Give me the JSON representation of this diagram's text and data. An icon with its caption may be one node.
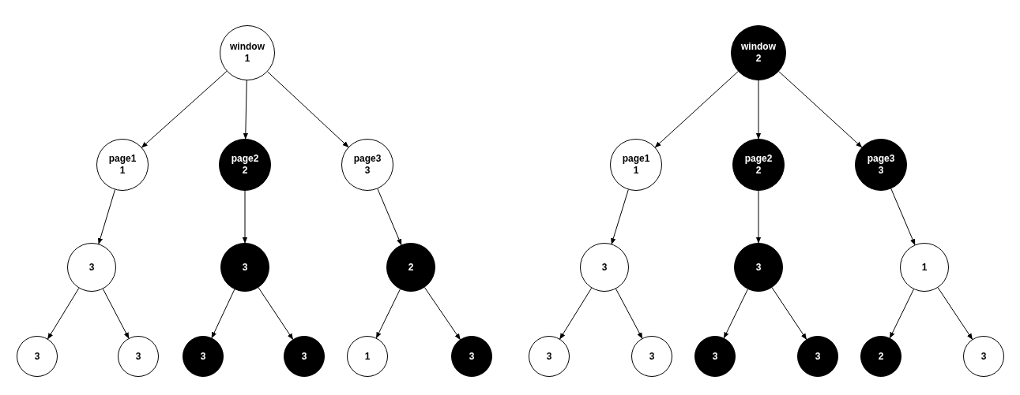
{
  "diagram": {
    "nodes": [
      {
        "text": [
          "window",
          "1"
        ]
      },
      {
        "text": [
          "page1",
          "1"
        ]
      },
      {
        "text": [
          "page2",
          "2"
        ]
      },
      {
        "text": [
          "page3",
          "3"
        ]
      },
      {
        "text": [
          "3"
        ]
      },
      {
        "text": [
          "3"
        ]
      },
      {
        "text": [
          "2"
        ]
      },
      {
        "text": [
          "3"
        ]
      },
      {
        "text": [
          "3"
        ]
      },
      {
        "text": [
          "3"
        ]
      },
      {
        "text": [
          "3"
        ]
      },
      {
        "text": [
          "1"
        ]
      },
      {
        "text": [
          "3"
        ]
      },
      {
        "text": [
          "window",
          "2"
        ]
      },
      {
        "text": [
          "page1",
          "1"
        ]
      },
      {
        "text": [
          "page2",
          "2"
        ]
      },
      {
        "text": [
          "page3",
          "3"
        ]
      },
      {
        "text": [
          "3"
        ]
      },
      {
        "text": [
          "3"
        ]
      },
      {
        "text": [
          "1"
        ]
      },
      {
        "text": [
          "3"
        ]
      },
      {
        "text": [
          "3"
        ]
      },
      {
        "text": [
          "3"
        ]
      },
      {
        "text": [
          "3"
        ]
      },
      {
        "text": [
          "2"
        ]
      },
      {
        "text": [
          "3"
        ]
      }
    ],
    "edges": [
      {
        "from": 0,
        "to": 1,
        "arrow": "to"
      },
      {
        "from": 0,
        "to": 2,
        "arrow": "to"
      },
      {
        "from": 0,
        "to": 3,
        "arrow": "to"
      },
      {
        "from": 1,
        "to": 4,
        "arrow": "to"
      },
      {
        "from": 2,
        "to": 5,
        "arrow": "to"
      },
      {
        "from": 3,
        "to": 6,
        "arrow": "to"
      },
      {
        "from": 4,
        "to": 7,
        "arrow": "to"
      },
      {
        "from": 4,
        "to": 8,
        "arrow": "to"
      },
      {
        "from": 5,
        "to": 9,
        "arrow": "to"
      },
      {
        "from": 5,
        "to": 10,
        "arrow": "to"
      },
      {
        "from": 6,
        "to": 11,
        "arrow": "to"
      },
      {
        "from": 6,
        "to": 12,
        "arrow": "to"
      },
      {
        "from": 13,
        "to": 14,
        "arrow": "to"
      },
      {
        "from": 13,
        "to": 15,
        "arrow": "to"
      },
      {
        "from": 13,
        "to": 16,
        "arrow": "to"
      },
      {
        "from": 14,
        "to": 17,
        "arrow": "to"
      },
      {
        "from": 15,
        "to": 18,
        "arrow": "to"
      },
      {
        "from": 16,
        "to": 19,
        "arrow": "to"
      },
      {
        "from": 17,
        "to": 20,
        "arrow": "to"
      },
      {
        "from": 17,
        "to": 21,
        "arrow": "to"
      },
      {
        "from": 18,
        "to": 22,
        "arrow": "to"
      },
      {
        "from": 18,
        "to": 23,
        "arrow": "to"
      },
      {
        "from": 19,
        "to": 24,
        "arrow": "to"
      },
      {
        "from": 19,
        "to": 25,
        "arrow": "to"
      }
    ]
  }
}
